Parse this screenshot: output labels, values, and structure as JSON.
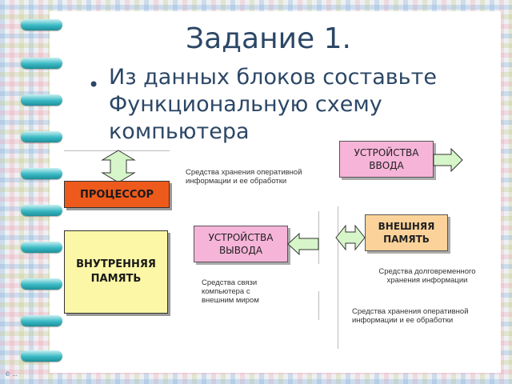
{
  "slide": {
    "title": "Задание 1.",
    "bullet": "Из данных блоков составьте Функциональную схему компьютера"
  },
  "blocks": {
    "processor": "ПРОЦЕССОР",
    "internal_memory": "ВНУТРЕННЯЯ ПАМЯТЬ",
    "output_devices": "УСТРОЙСТВА ВЫВОДА",
    "input_devices": "УСТРОЙСТВА ВВОДА",
    "external_memory": "ВНЕШНЯЯ ПАМЯТЬ"
  },
  "notes": {
    "storage_processing_1": "Средства хранения оперативной информации и ее обработки",
    "communication": "Средства связи компьютера с внешним миром",
    "long_term_storage": "Средства  долговременного хранения информации",
    "storage_processing_2": "Средства хранения оперативной информации и ее обработки"
  },
  "footer": "© ..."
}
